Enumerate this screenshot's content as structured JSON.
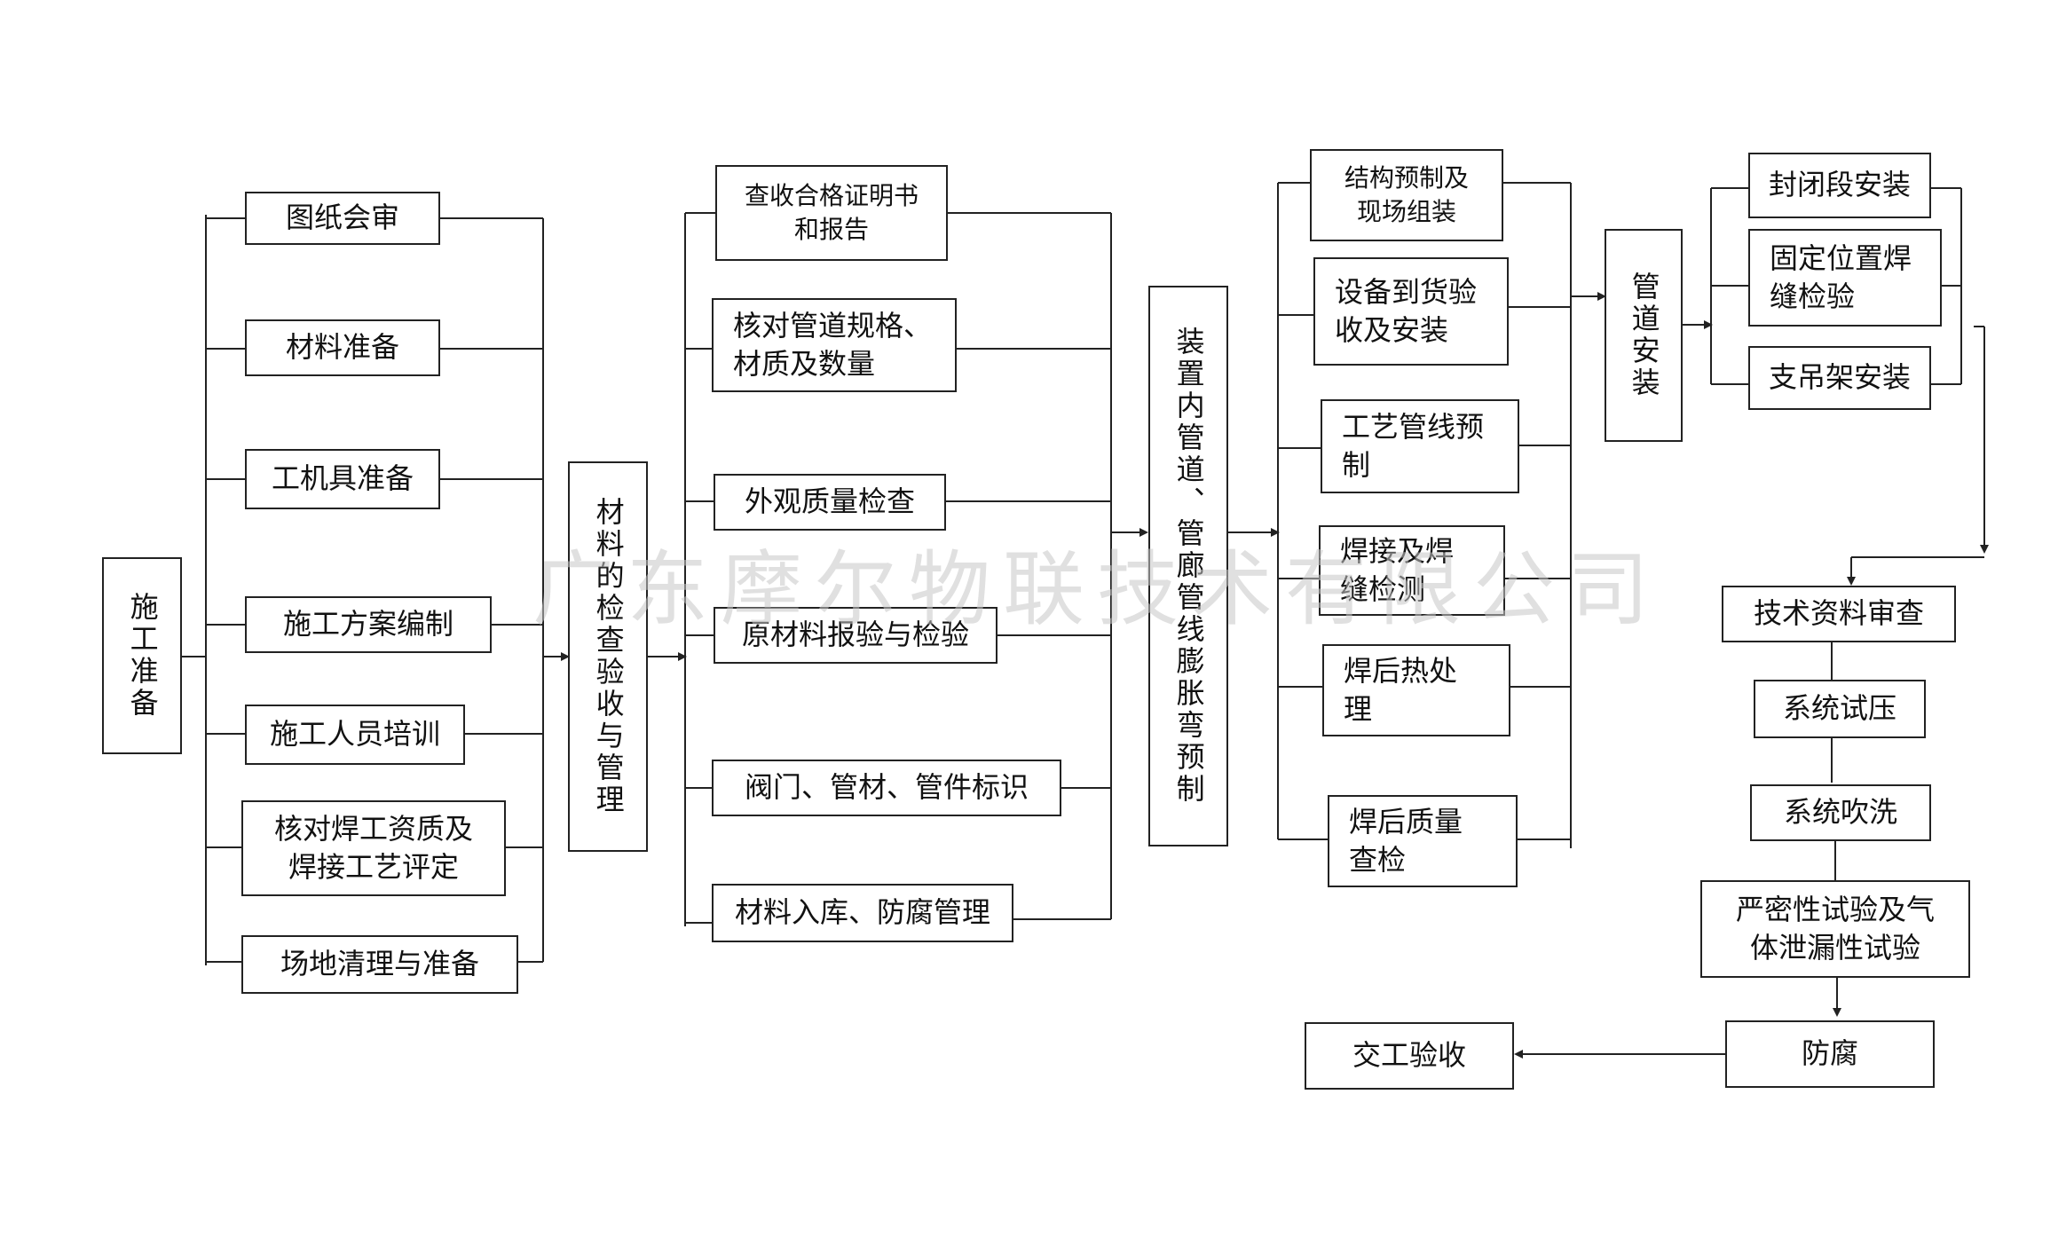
{
  "colors": {
    "line": "#222222",
    "box_border": "#222222",
    "watermark": "#c8c8c8"
  },
  "watermark": "广东摩尔物联技术有限公司",
  "prep": {
    "root": "施\n工\n准\n备",
    "items": [
      "图纸会审",
      "材料准备",
      "工机具准备",
      "施工方案编制",
      "施工人员培训",
      "核对焊工资质及\n焊接工艺评定",
      "场地清理与准备"
    ]
  },
  "material": {
    "root": "材\n料\n的\n检\n查\n验\n收\n与\n管\n理",
    "items": [
      "查收合格证明书\n和报告",
      "核对管道规格、\n材质及数量",
      "外观质量检查",
      "原材料报验与检验",
      "阀门、管材、管件标识",
      "材料入库、防腐管理"
    ]
  },
  "prefab": {
    "root": "装\n置\n内\n管\n道\n、\n管\n廊\n管\n线\n膨\n胀\n弯\n预\n制",
    "items": [
      "结构预制及\n现场组装",
      "设备到货验\n收及安装",
      "工艺管线预\n制",
      "焊接及焊\n缝检测",
      "焊后热处\n理",
      "焊后质量\n查检"
    ]
  },
  "install": {
    "root": "管\n道\n安\n装",
    "items": [
      "封闭段安装",
      "固定位置焊\n缝检验",
      "支吊架安装"
    ]
  },
  "final": {
    "steps": [
      "技术资料审查",
      "系统试压",
      "系统吹洗",
      "严密性试验及气\n体泄漏性试验",
      "防腐"
    ],
    "end": "交工验收"
  }
}
